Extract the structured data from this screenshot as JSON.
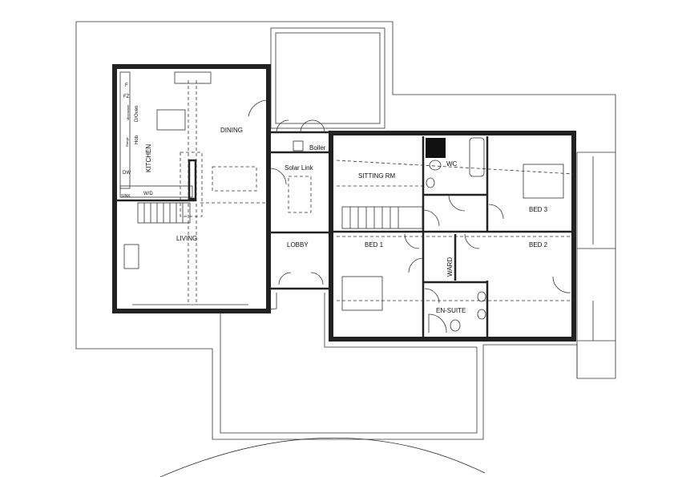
{
  "plan": {
    "rooms": {
      "kitchen": "KITCHEN",
      "dining": "DINING",
      "living": "LIVING",
      "solar_link": "Solar Link",
      "boiler": "Boiler",
      "sitting": "SITTING RM",
      "wc": "WC",
      "bed1": "BED 1",
      "bed2": "BED 2",
      "bed3": "BED 3",
      "lobby": "LOBBY",
      "ward": "WARD",
      "ensuite": "EN-SUITE"
    },
    "fixtures": {
      "fridge": "F",
      "freezer": "FZ",
      "microwave": "Microwave",
      "oven": "D/Oven",
      "range": "Range",
      "hob": "Hob",
      "dishwasher": "DW",
      "sink": "SINK",
      "washer_dryer": "W/D"
    },
    "colors": {
      "line": "#222222",
      "background": "#ffffff"
    }
  }
}
